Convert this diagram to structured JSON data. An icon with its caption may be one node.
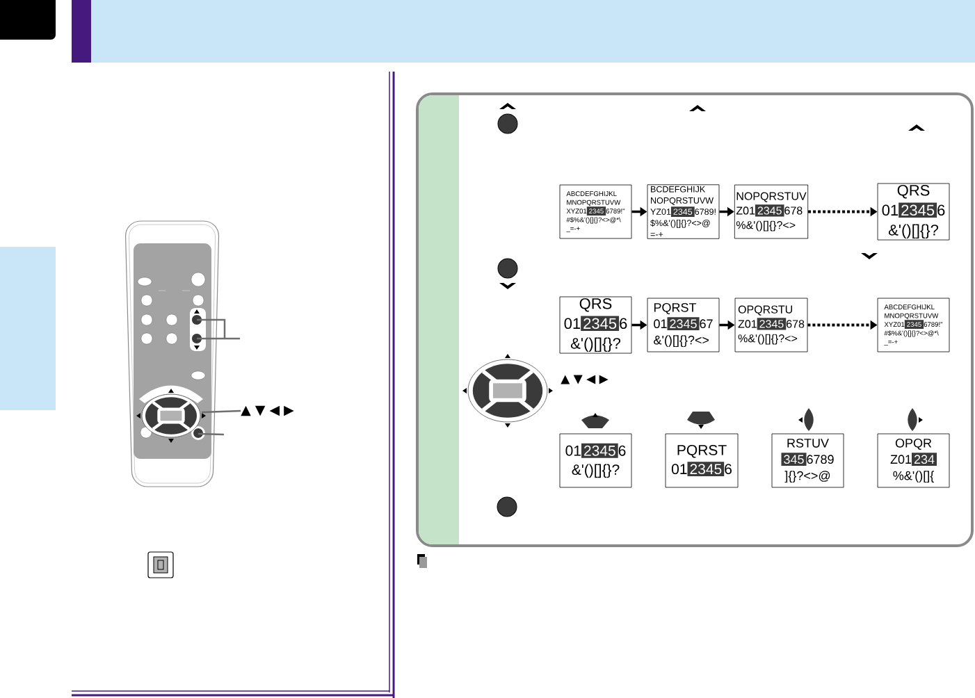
{
  "diagram": {
    "nodes": [
      {
        "text": [],
        "shape": "picture"
      },
      {
        "text": [
          "▲ ▼ ◀ ▶"
        ]
      },
      {
        "text": [
          "ABCDEFGHIJKL",
          "MNOPQRSTUVW",
          "XYZ01",
          "2345",
          "6789!\"",
          "#$%&'()[]{}?<>@*\\",
          "_=-+"
        ]
      },
      {
        "text": [
          "BCDEFGHIJK",
          "NOPQRSTUVW",
          "YZ01",
          "2345",
          "6789!",
          "$%&'()[]{}?<>@",
          "=-+"
        ]
      },
      {
        "text": [
          "NOPQRSTUV",
          "Z01",
          "2345",
          "678",
          "%&'()[]{}?<>"
        ]
      },
      {
        "text": [
          "QRS",
          "01",
          "2345",
          "6",
          "&'()[]{}?"
        ]
      },
      {
        "text": [
          "QRS",
          "01",
          "2345",
          "6",
          "&'()[]{}?"
        ]
      },
      {
        "text": [
          "PQRST",
          "01",
          "2345",
          "67",
          "&'()[]{}?<>"
        ]
      },
      {
        "text": [
          "OPQRSTU",
          "Z01",
          "2345",
          "678",
          "%&'()[]{}?<>"
        ]
      },
      {
        "text": [
          "ABCDEFGHIJKL",
          "MNOPQRSTUVW",
          "XYZ01",
          "2345",
          "6789!\"",
          "#$%&'()[]{}?<>@*\\",
          "_=-+"
        ]
      },
      {
        "text": [
          "01",
          "2345",
          "6",
          "&'()[]{}?"
        ]
      },
      {
        "text": [
          "PQRST",
          "01",
          "2345",
          "6"
        ]
      },
      {
        "text": [
          "RSTUV",
          "345",
          "6789",
          "]{}?<>@"
        ]
      },
      {
        "text": [
          "OPQR",
          "Z01",
          "234",
          "%&'()[]{"
        ]
      }
    ],
    "edges": [
      {
        "from": 2,
        "to": 3,
        "arrow": "to"
      },
      {
        "from": 3,
        "to": 4,
        "arrow": "to"
      },
      {
        "from": 4,
        "to": 5,
        "arrow": "to",
        "style": "dashed"
      },
      {
        "from": 6,
        "to": 7,
        "arrow": "to"
      },
      {
        "from": 7,
        "to": 8,
        "arrow": "to"
      },
      {
        "from": 8,
        "to": 9,
        "arrow": "to",
        "style": "dashed"
      },
      {
        "from": 1,
        "to": 0,
        "arrow": "none",
        "color": "#6e6e6e"
      },
      {
        "from": null,
        "to": 0,
        "arrow": "none",
        "color": "#6e6e6e"
      },
      {
        "from": null,
        "to": 0,
        "arrow": "none",
        "color": "#6e6e6e"
      }
    ],
    "labels": [
      "▲ ▼ ◀ ▶"
    ]
  }
}
